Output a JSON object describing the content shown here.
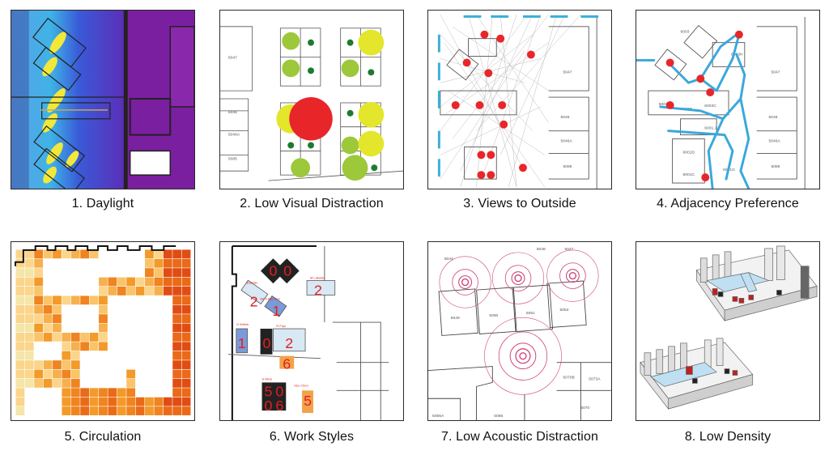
{
  "figure": {
    "panels": [
      {
        "caption": "1. Daylight"
      },
      {
        "caption": "2. Low Visual Distraction"
      },
      {
        "caption": "3. Views to Outside"
      },
      {
        "caption": "4. Adjacency Preference"
      },
      {
        "caption": "5. Circulation"
      },
      {
        "caption": "6. Work Styles"
      },
      {
        "caption": "7. Low Acoustic Distraction"
      },
      {
        "caption": "8. Low Density"
      }
    ]
  },
  "rooms": {
    "p2": [
      "5047",
      "5046",
      "5046A",
      "5085"
    ],
    "p3": [
      "5047",
      "5046",
      "5046A",
      "5085"
    ],
    "p4": [
      "6003",
      "6003H",
      "6003A",
      "6003B",
      "6003C",
      "6001.J",
      "6001D",
      "6001C",
      "6001G",
      "5047",
      "5046",
      "5046A",
      "5085"
    ],
    "p7": [
      "5049",
      "5050",
      "5051",
      "5052",
      "5048",
      "5047",
      "5044",
      "5070B",
      "5073A",
      "5070",
      "5065A",
      "5065"
    ]
  },
  "work_styles": {
    "numbers": [
      "0",
      "0",
      "2",
      "2",
      "1",
      "1",
      "0",
      "2",
      "6",
      "5",
      "0",
      "0",
      "6",
      "5"
    ],
    "labels": [
      "M Lakasta",
      "Shaman",
      "Ms Cheu Mov",
      "G Wirtch",
      "R Frys",
      "S Mina",
      "Hsu Chen"
    ]
  },
  "colors": {
    "panel_border": "#2a2a2a",
    "daylight_blue": "#3b6fe0",
    "daylight_purple": "#7a1fa0",
    "daylight_yellow": "#f2e83a",
    "distraction_red": "#e8262a",
    "distraction_yellow": "#e3e62a",
    "distraction_green": "#9cc83a",
    "adjacency_blue": "#3aa8dc",
    "circulation_orange": "#f39a2a",
    "acoustic_pink": "#d0457a"
  }
}
